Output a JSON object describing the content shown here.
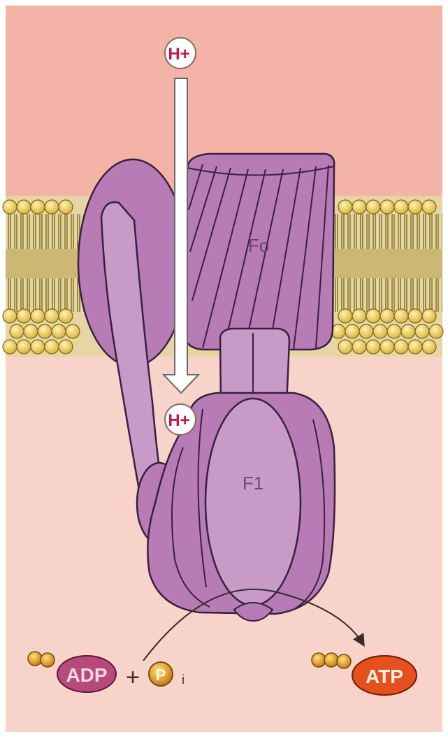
{
  "labels": {
    "h_plus_top": "H+",
    "h_plus_bottom": "H+",
    "fo": "Fo",
    "f1": "F1",
    "adp": "ADP",
    "plus": "+",
    "pi_letter": "P",
    "pi_subscript": "i",
    "atp": "ATP"
  },
  "colors": {
    "intermembrane_space": "#f3b3a6",
    "matrix": "#f8d3c9",
    "lipid_head": "#efd36a",
    "lipid_tail": "#8a7a2c",
    "protein": "#b77bb6",
    "protein_light": "#c79ac8",
    "protein_dark": "#3a2040",
    "adp_fill": "#b84a7a",
    "atp_fill": "#e5501c",
    "phosphate": "#e8a020",
    "proton_text": "#c4174a"
  }
}
